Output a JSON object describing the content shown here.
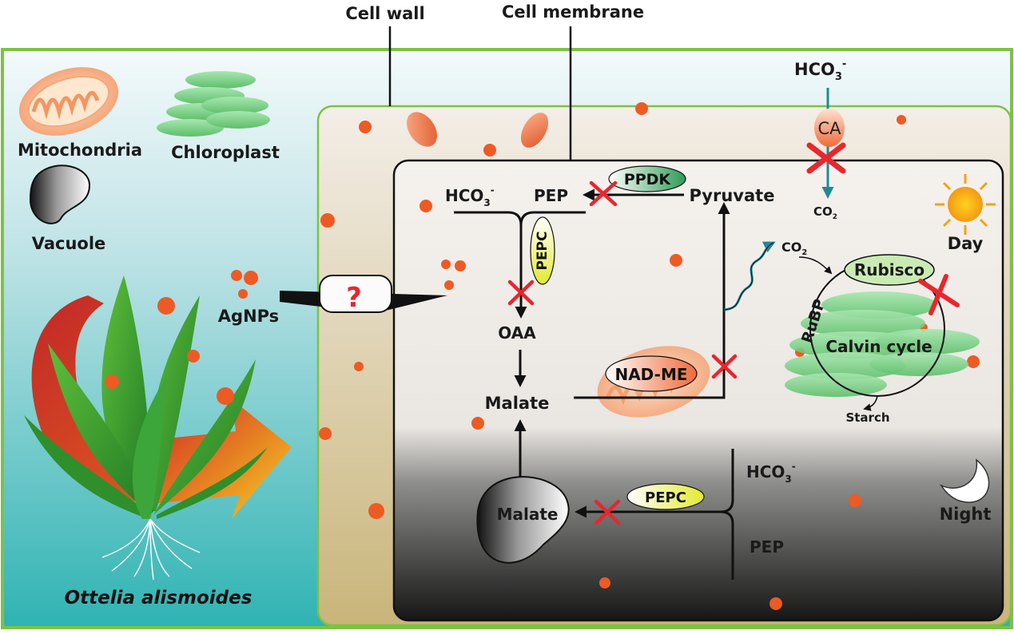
{
  "labels": {
    "cell_wall": "Cell wall",
    "cell_membrane": "Cell membrane",
    "mitochondria": "Mitochondria",
    "chloroplast": "Chloroplast",
    "vacuole": "Vacuole",
    "agnps": "AgNPs",
    "question": "?",
    "species": "Ottelia alismoides",
    "hco3_top": "HCO",
    "hco3_top_sub": "3",
    "hco3_top_sup": "-",
    "ca": "CA",
    "co2_top": "CO",
    "co2_top_sub": "2",
    "day": "Day",
    "night": "Night",
    "hco3_day": "HCO",
    "hco3_day_sub": "3",
    "hco3_day_sup": "-",
    "pep_day": "PEP",
    "ppdk": "PPDK",
    "pyruvate": "Pyruvate",
    "pepc_day": "PEPC",
    "oaa": "OAA",
    "malate_day": "Malate",
    "nad_me": "NAD-ME",
    "co2_calvin": "CO",
    "co2_calvin_sub": "2",
    "rubisco": "Rubisco",
    "rubp": "RuBP",
    "calvin_cycle": "Calvin cycle",
    "starch": "Starch",
    "hco3_night": "HCO",
    "hco3_night_sub": "3",
    "hco3_night_sup": "-",
    "pep_night": "PEP",
    "pepc_night": "PEPC",
    "malate_vacuole": "Malate"
  },
  "colors": {
    "frame_green": "#7dc242",
    "nanoparticle": "#ee5a24",
    "inhibit_x": "#e8262e",
    "teal_arrow": "#1f8a96",
    "chloroplast_green": "#7fd48c",
    "enzyme_yellow": "#e6ec3c",
    "mito_orange": "#f6a27a"
  }
}
